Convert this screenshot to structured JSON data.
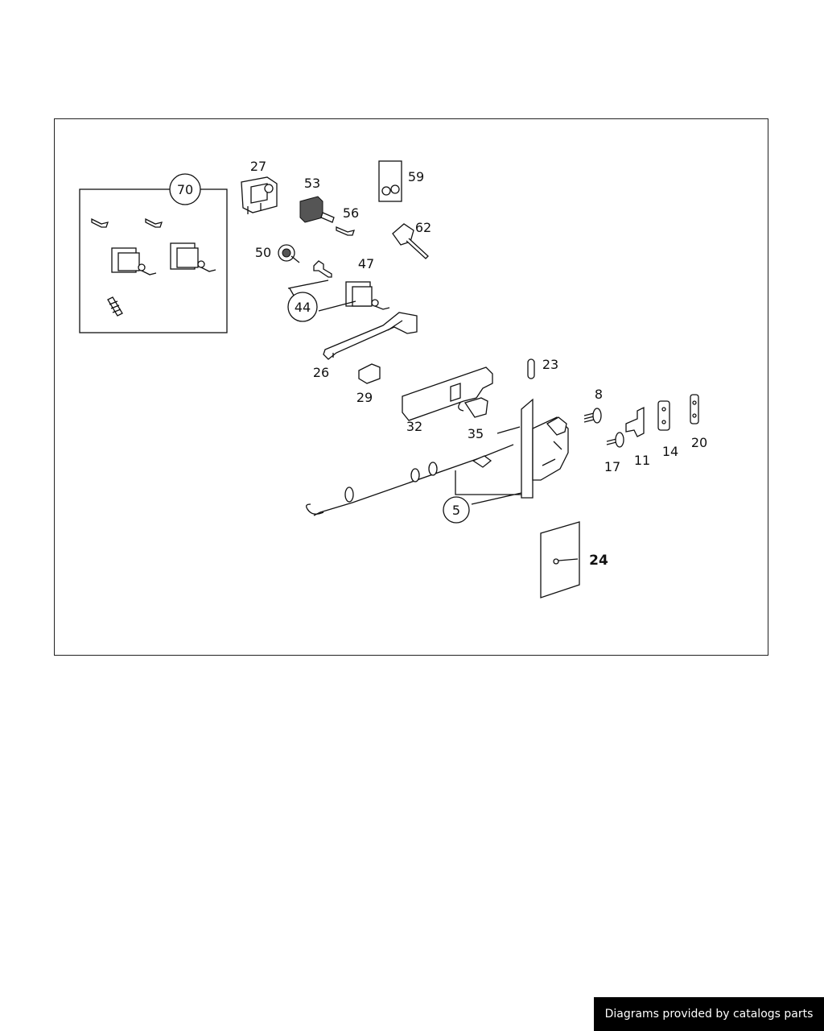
{
  "diagram": {
    "labels": {
      "p27": "27",
      "p53": "53",
      "p59": "59",
      "p56": "56",
      "p62": "62",
      "p50": "50",
      "p47": "47",
      "p26": "26",
      "p23": "23",
      "p29": "29",
      "p32": "32",
      "p35": "35",
      "p8": "8",
      "p17": "17",
      "p11": "11",
      "p14": "14",
      "p20": "20",
      "p24": "24"
    },
    "callouts": {
      "c70": "70",
      "c44": "44",
      "c5": "5"
    }
  },
  "footer": {
    "credit": "Diagrams provided by catalogs parts"
  }
}
